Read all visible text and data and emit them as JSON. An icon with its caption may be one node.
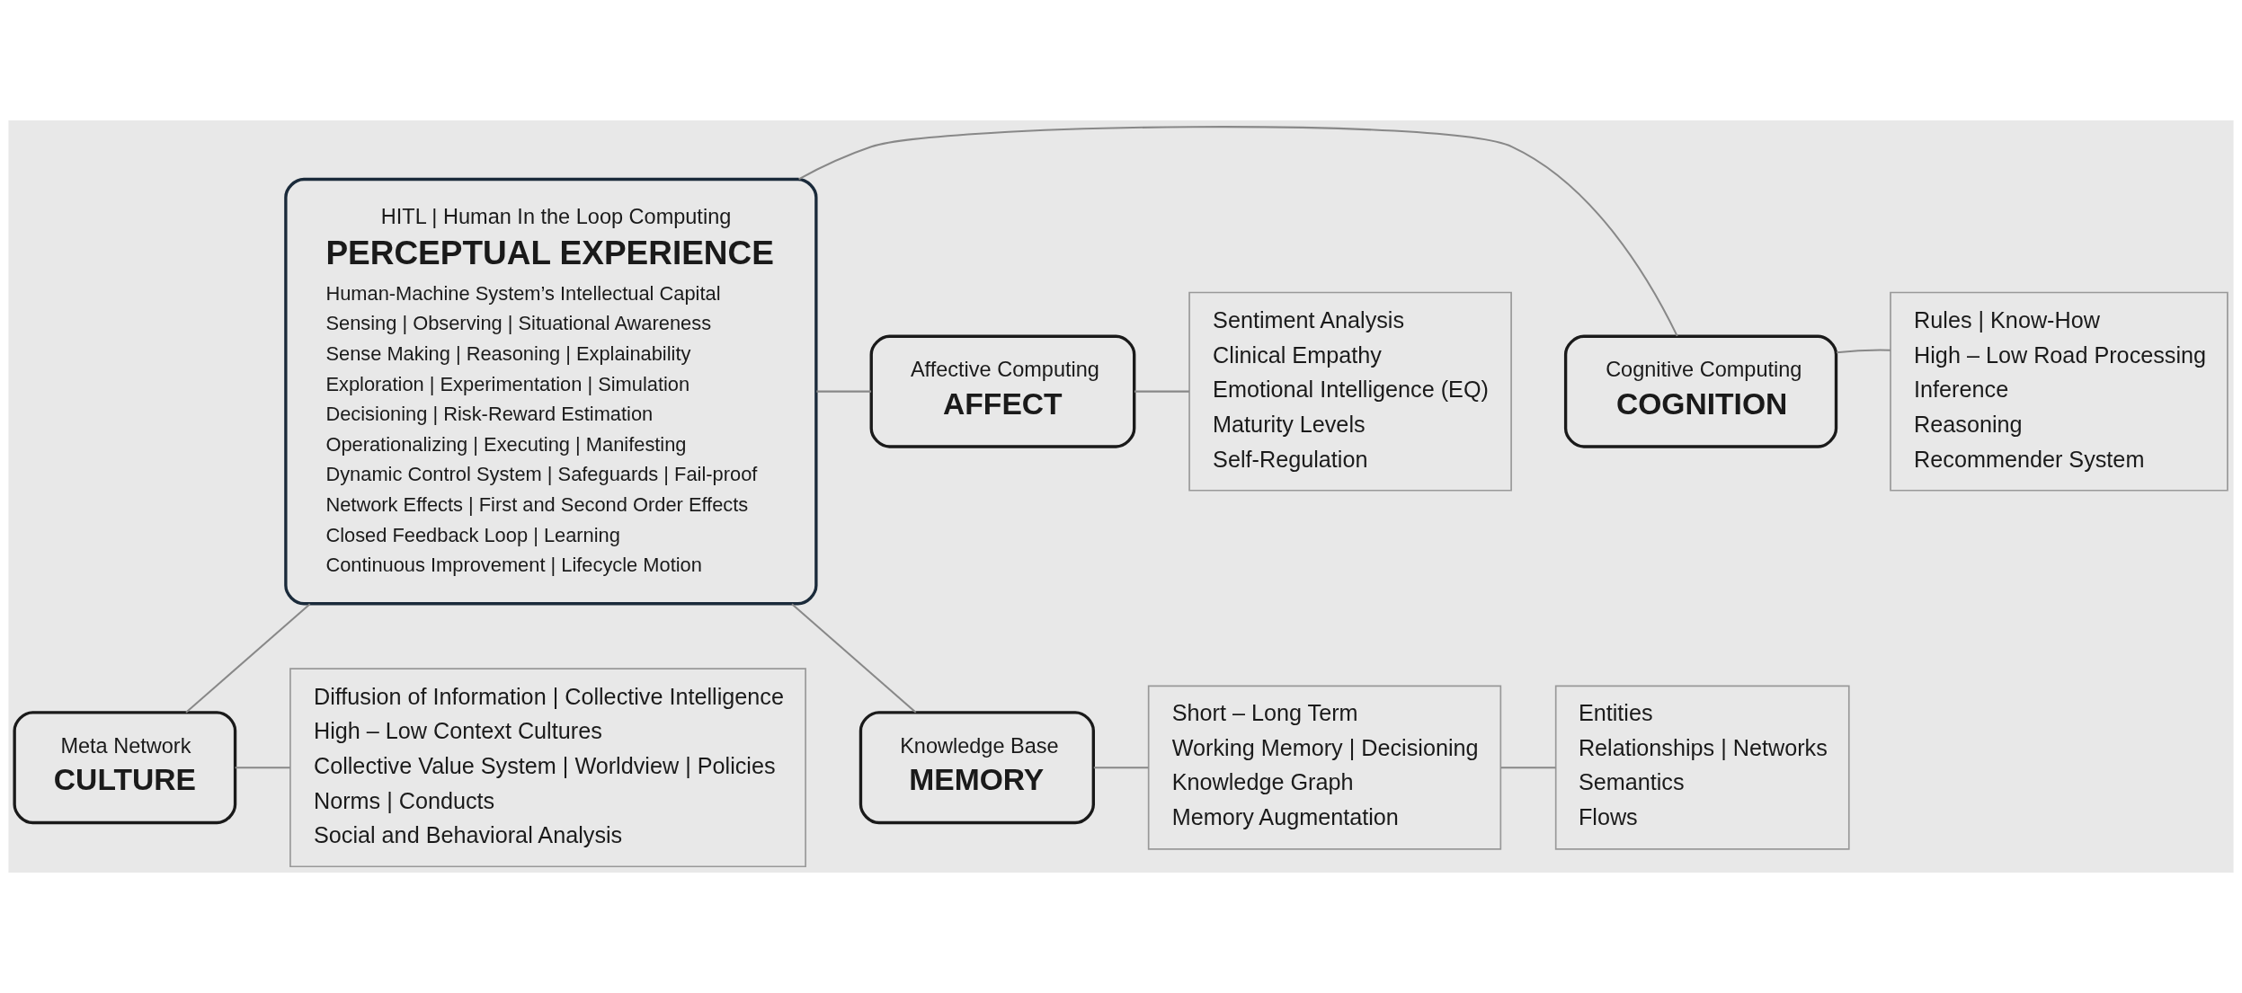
{
  "diagram": {
    "nodes": [
      {
        "text": [
          "HITL | Human In the Loop Computing",
          "PERCEPTUAL EXPERIENCE",
          "Human-Machine System’s Intellectual Capital",
          "Sensing | Observing | Situational Awareness",
          "Sense Making | Reasoning | Explainability",
          "Exploration | Experimentation | Simulation",
          "Decisioning | Risk-Reward Estimation",
          "Operationalizing | Executing | Manifesting",
          "Dynamic Control System | Safeguards | Fail-proof",
          "Network Effects | First and Second Order Effects",
          "Closed Feedback Loop | Learning",
          "Continuous Improvement | Lifecycle Motion"
        ]
      },
      {
        "text": [
          "Meta Network",
          "CULTURE"
        ]
      },
      {
        "text": [
          "Diffusion of Information | Collective Intelligence",
          "High – Low Context Cultures",
          "Collective Value System | Worldview | Policies",
          "Norms | Conducts",
          "Social and Behavioral Analysis"
        ]
      },
      {
        "text": [
          "Cognitive Computing",
          "COGNITION"
        ]
      },
      {
        "text": [
          "Rules | Know-How",
          "High – Low Road Processing",
          "Inference",
          "Reasoning",
          "Recommender System"
        ]
      },
      {
        "text": [
          "Affective Computing",
          "AFFECT"
        ]
      },
      {
        "text": [
          "Sentiment Analysis",
          "Clinical Empathy",
          "Emotional Intelligence (EQ)",
          "Maturity Levels",
          "Self-Regulation"
        ]
      },
      {
        "text": [
          "Knowledge Base",
          "MEMORY"
        ]
      },
      {
        "text": [
          "Short – Long Term",
          "Working Memory | Decisioning",
          "Knowledge Graph",
          "Memory Augmentation"
        ]
      },
      {
        "text": [
          "Entities",
          "Relationships | Networks",
          "Semantics",
          "Flows"
        ]
      }
    ],
    "edges": [
      {
        "from": 0,
        "to": 1,
        "arrow": "none"
      },
      {
        "from": 1,
        "to": 2,
        "arrow": "none"
      },
      {
        "from": 0,
        "to": 3,
        "arrow": "none"
      },
      {
        "from": 3,
        "to": 4,
        "arrow": "none"
      },
      {
        "from": 0,
        "to": 5,
        "arrow": "none"
      },
      {
        "from": 5,
        "to": 6,
        "arrow": "none"
      },
      {
        "from": 0,
        "to": 7,
        "arrow": "none"
      },
      {
        "from": 7,
        "to": 8,
        "arrow": "none"
      },
      {
        "from": 8,
        "to": 9,
        "arrow": "none"
      }
    ]
  }
}
